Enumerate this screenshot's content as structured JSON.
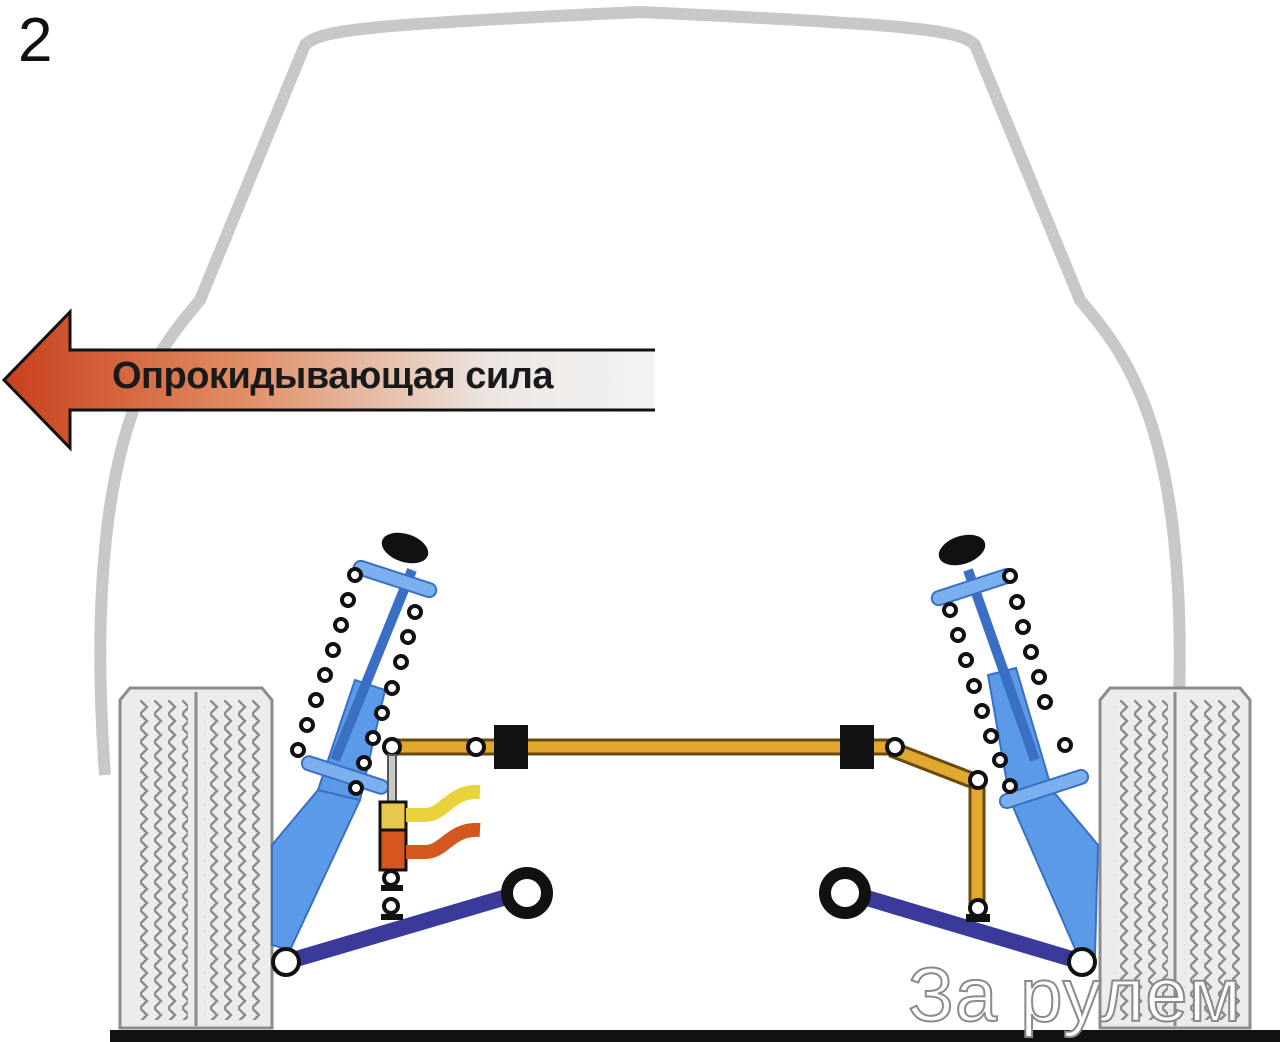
{
  "figure": {
    "number": "2",
    "force_label": "Опрокидывающая сила",
    "watermark": "За рулем"
  },
  "colors": {
    "body_outline": "#c8c8c8",
    "tire_fill": "#ececec",
    "tire_tread": "#8c8c8c",
    "strut_light": "#5b9ae6",
    "strut_dark": "#3a6fc4",
    "spring_coil": "#111111",
    "stabilizer_bar": "#e0a830",
    "stabilizer_edge": "#6b4a10",
    "lower_arm": "#3a3a9a",
    "bushing": "#111111",
    "actuator_upper": "#e8c84a",
    "actuator_lower": "#d4581e",
    "hydraulic_line_yellow": "#e8d43a",
    "hydraulic_line_orange": "#d4581e",
    "arrow_red": "#c8401c",
    "ground": "#111111"
  },
  "components": [
    {
      "id": "car-body",
      "label": "car body outline"
    },
    {
      "id": "left-wheel",
      "label": "left tire"
    },
    {
      "id": "right-wheel",
      "label": "right tire"
    },
    {
      "id": "left-strut",
      "label": "left shock strut with coil spring"
    },
    {
      "id": "right-strut",
      "label": "right shock strut with coil spring"
    },
    {
      "id": "stabilizer-bar",
      "label": "anti-roll bar"
    },
    {
      "id": "hydraulic-actuator",
      "label": "hydraulic actuator on left link"
    },
    {
      "id": "left-lower-arm",
      "label": "left lower control arm"
    },
    {
      "id": "right-lower-arm",
      "label": "right lower control arm"
    },
    {
      "id": "overturning-force-arrow",
      "label": "overturning force arrow pointing left"
    }
  ]
}
